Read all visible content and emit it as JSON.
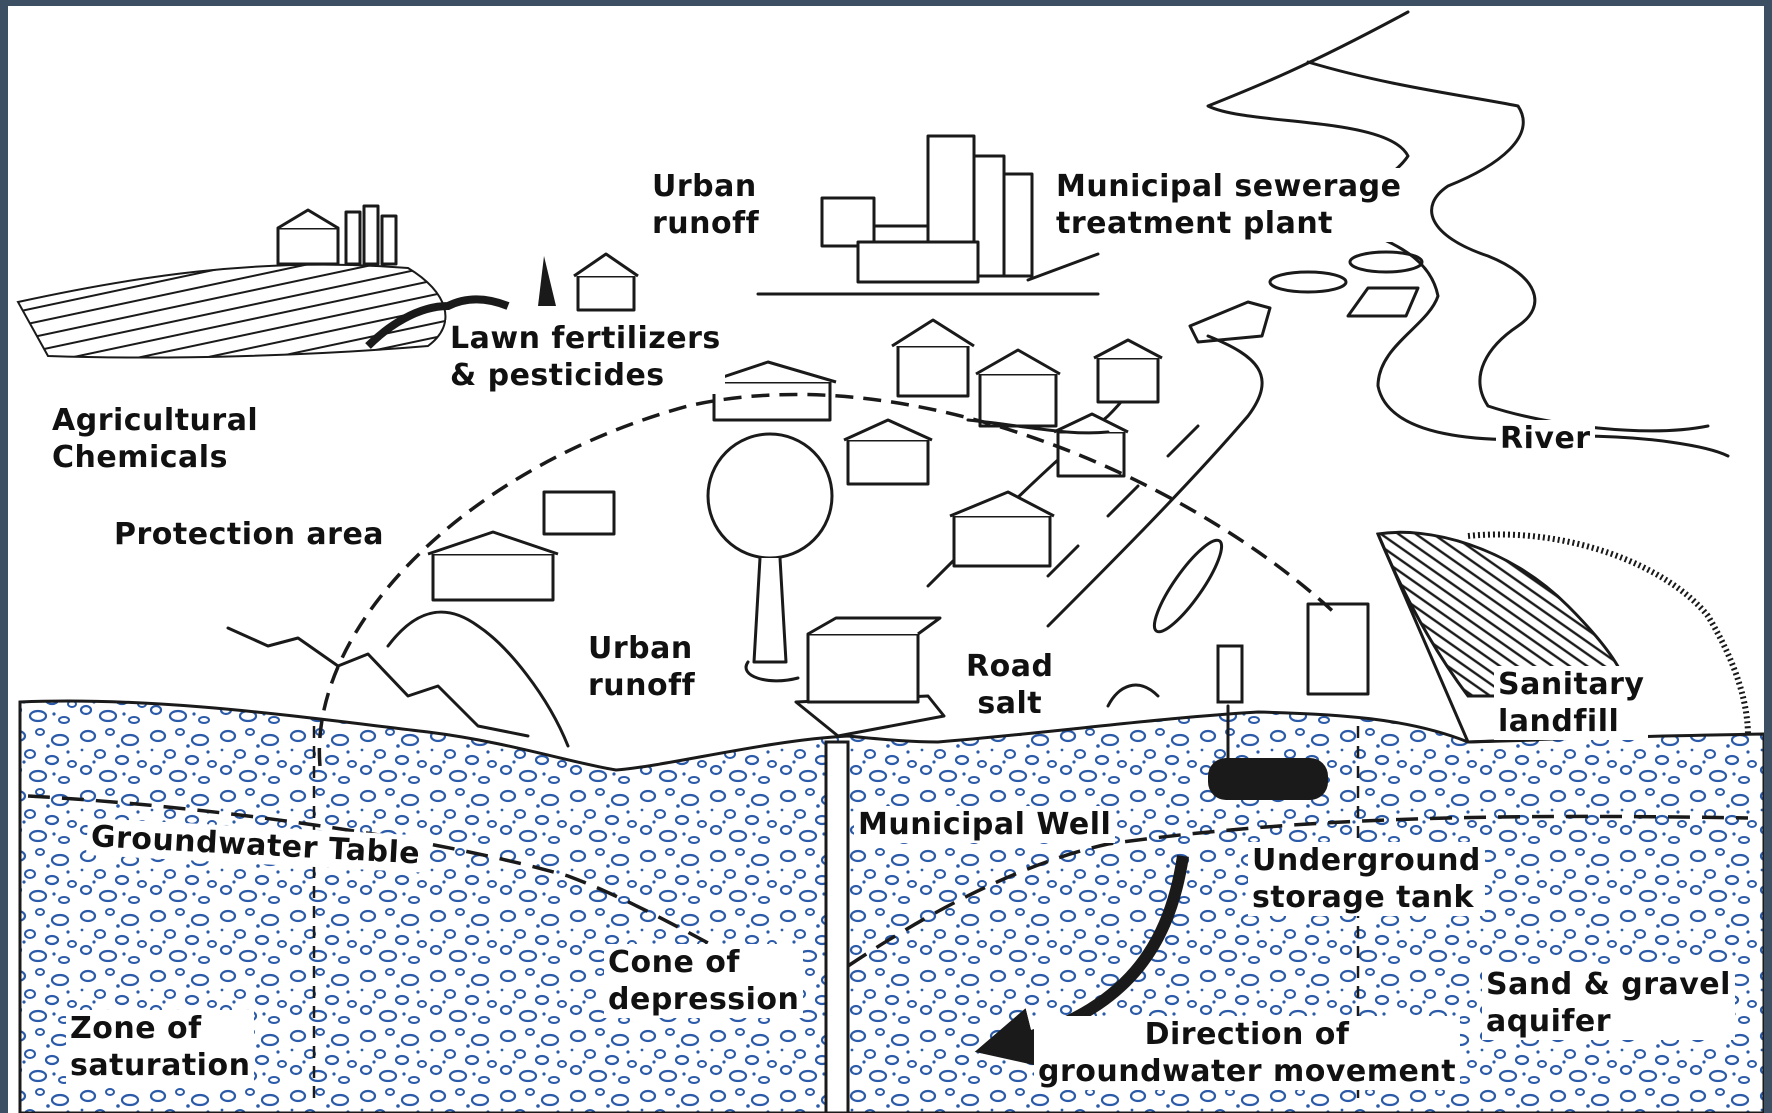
{
  "labels": {
    "urban_runoff_top": [
      "Urban",
      "runoff"
    ],
    "sewerage_plant": [
      "Municipal sewerage",
      "treatment plant"
    ],
    "lawn_fertilizers": [
      "Lawn fertilizers",
      "& pesticides"
    ],
    "agricultural": [
      "Agricultural",
      "Chemicals"
    ],
    "protection_area": "Protection area",
    "urban_runoff_mid": [
      "Urban",
      "runoff"
    ],
    "road_salt": [
      "Road",
      "salt"
    ],
    "river": "River",
    "sanitary_landfill": [
      "Sanitary",
      "landfill"
    ],
    "groundwater_table": "Groundwater Table",
    "municipal_well": "Municipal Well",
    "underground_tank": [
      "Underground",
      "storage tank"
    ],
    "cone_of_depression": [
      "Cone of",
      "depression"
    ],
    "sand_gravel": [
      "Sand & gravel",
      "aquifer"
    ],
    "zone_of_saturation": [
      "Zone of",
      "saturation"
    ],
    "groundwater_movement": [
      "Direction of",
      "groundwater movement"
    ]
  },
  "colors": {
    "frame": "#3d4f63",
    "ink": "#1a1a1a",
    "gravel": "#2b5aa8",
    "paper": "#ffffff"
  },
  "icons": [
    "farm-icon",
    "city-skyline-icon",
    "water-tower-icon",
    "houses-icon",
    "treatment-plant-icon",
    "river-icon",
    "landfill-icon",
    "storage-tank-icon",
    "well-icon",
    "flow-arrow-icon"
  ]
}
